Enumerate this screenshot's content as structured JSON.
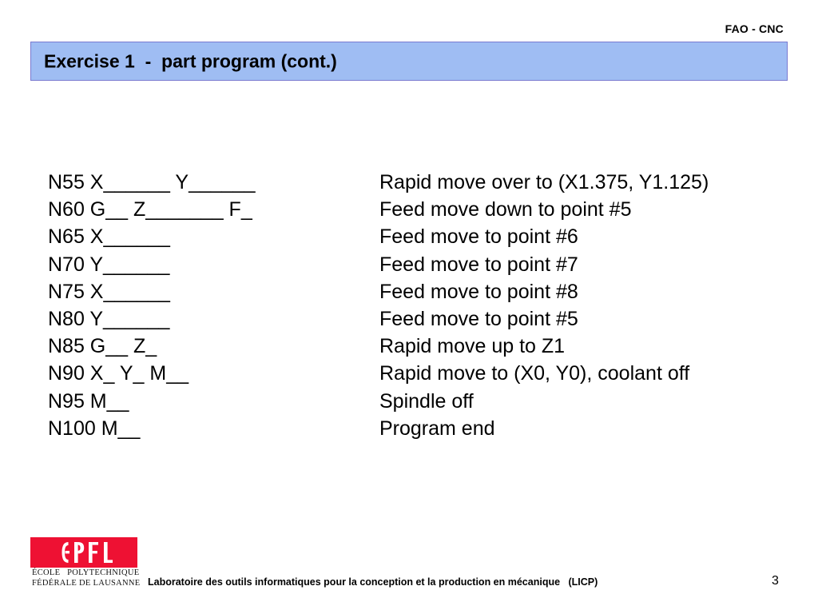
{
  "header": {
    "course_label": "FAO - CNC"
  },
  "title": {
    "text": "Exercise 1  -  part program (cont.)",
    "background_color": "#9fbdf3",
    "border_color": "#7a7ad0"
  },
  "program": {
    "rows": [
      {
        "code": "N55 X______ Y______",
        "description": "Rapid move over to (X1.375, Y1.125)"
      },
      {
        "code": "N60 G__ Z_______ F_",
        "description": "Feed move down to point #5"
      },
      {
        "code": "N65 X______",
        "description": "Feed move to point #6"
      },
      {
        "code": "N70 Y______",
        "description": "Feed move to point #7"
      },
      {
        "code": "N75 X______",
        "description": "Feed move to point #8"
      },
      {
        "code": "N80 Y______",
        "description": "Feed move to point #5"
      },
      {
        "code": "N85 G__ Z_",
        "description": "Rapid move up to Z1"
      },
      {
        "code": "N90 X_ Y_ M__",
        "description": "Rapid move to (X0, Y0), coolant off"
      },
      {
        "code": "N95 M__",
        "description": "Spindle off"
      },
      {
        "code": "N100 M__",
        "description": "Program end"
      }
    ]
  },
  "footer": {
    "logo": {
      "wordmark": "EPFL",
      "line1": "ÉCOLE   POLYTECHNIQUE",
      "line2": "FÉDÉRALE DE LAUSANNE",
      "color": "#ee1133"
    },
    "caption": "Laboratoire des outils informatiques pour la conception et la production en mécanique   (LICP)",
    "page_number": "3"
  }
}
